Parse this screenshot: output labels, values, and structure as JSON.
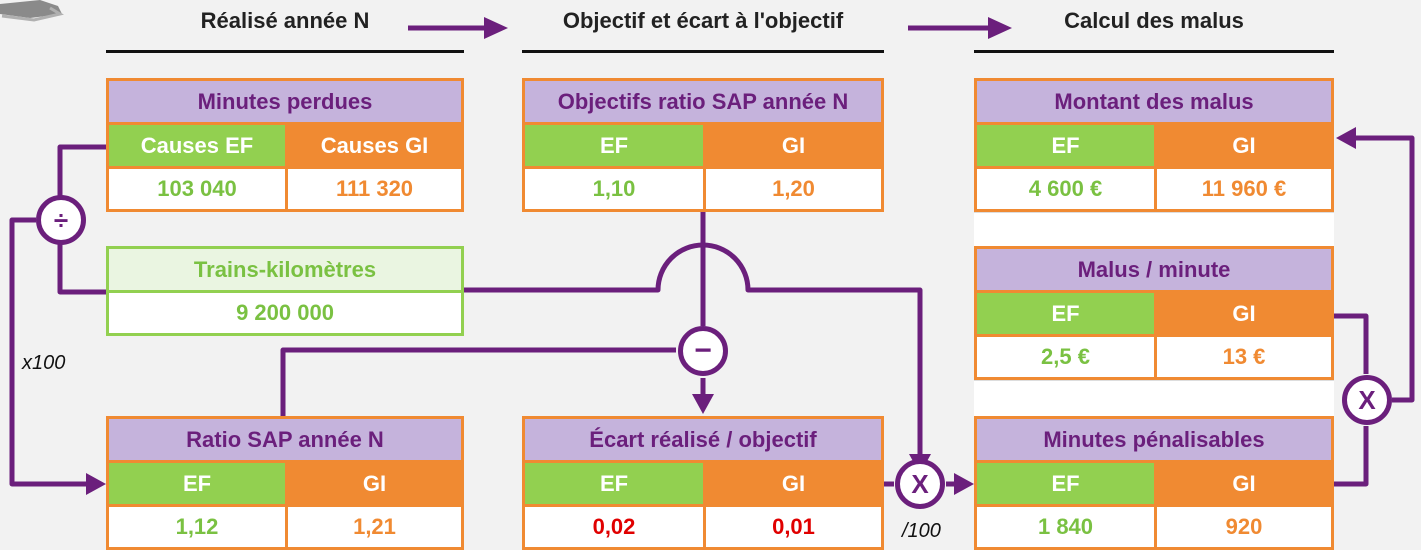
{
  "headers": [
    "Réalisé année N",
    "Objectif et écart à l'objectif",
    "Calcul des malus"
  ],
  "col_ef": "EF",
  "col_gi": "GI",
  "minutes_perdues": {
    "title": "Minutes perdues",
    "col_a": "Causes EF",
    "col_b": "Causes GI",
    "val_a": "103 040",
    "val_b": "111 320"
  },
  "objectifs": {
    "title": "Objectifs ratio SAP année N",
    "val_ef": "1,10",
    "val_gi": "1,20"
  },
  "trains_km": {
    "title": "Trains-kilomètres",
    "value": "9 200 000"
  },
  "ratio_sap": {
    "title": "Ratio SAP année N",
    "val_ef": "1,12",
    "val_gi": "1,21"
  },
  "ecart": {
    "title": "Écart réalisé / objectif",
    "val_ef": "0,02",
    "val_gi": "0,01"
  },
  "montant_malus": {
    "title": "Montant des malus",
    "val_ef": "4 600 €",
    "val_gi": "11 960 €"
  },
  "malus_minute": {
    "title": "Malus / minute",
    "val_ef": "2,5 €",
    "val_gi": "13 €"
  },
  "minutes_penalisables": {
    "title": "Minutes pénalisables",
    "val_ef": "1 840",
    "val_gi": "920"
  },
  "operators": {
    "divide": "÷",
    "minus": "−",
    "times": "X"
  },
  "notes": {
    "x100": "x100",
    "div100": "/100"
  },
  "colors": {
    "purple": "#6b1f7c",
    "green": "#92d050",
    "orange": "#f08a32",
    "lavender": "#c5b3dc",
    "red": "#e00000"
  }
}
